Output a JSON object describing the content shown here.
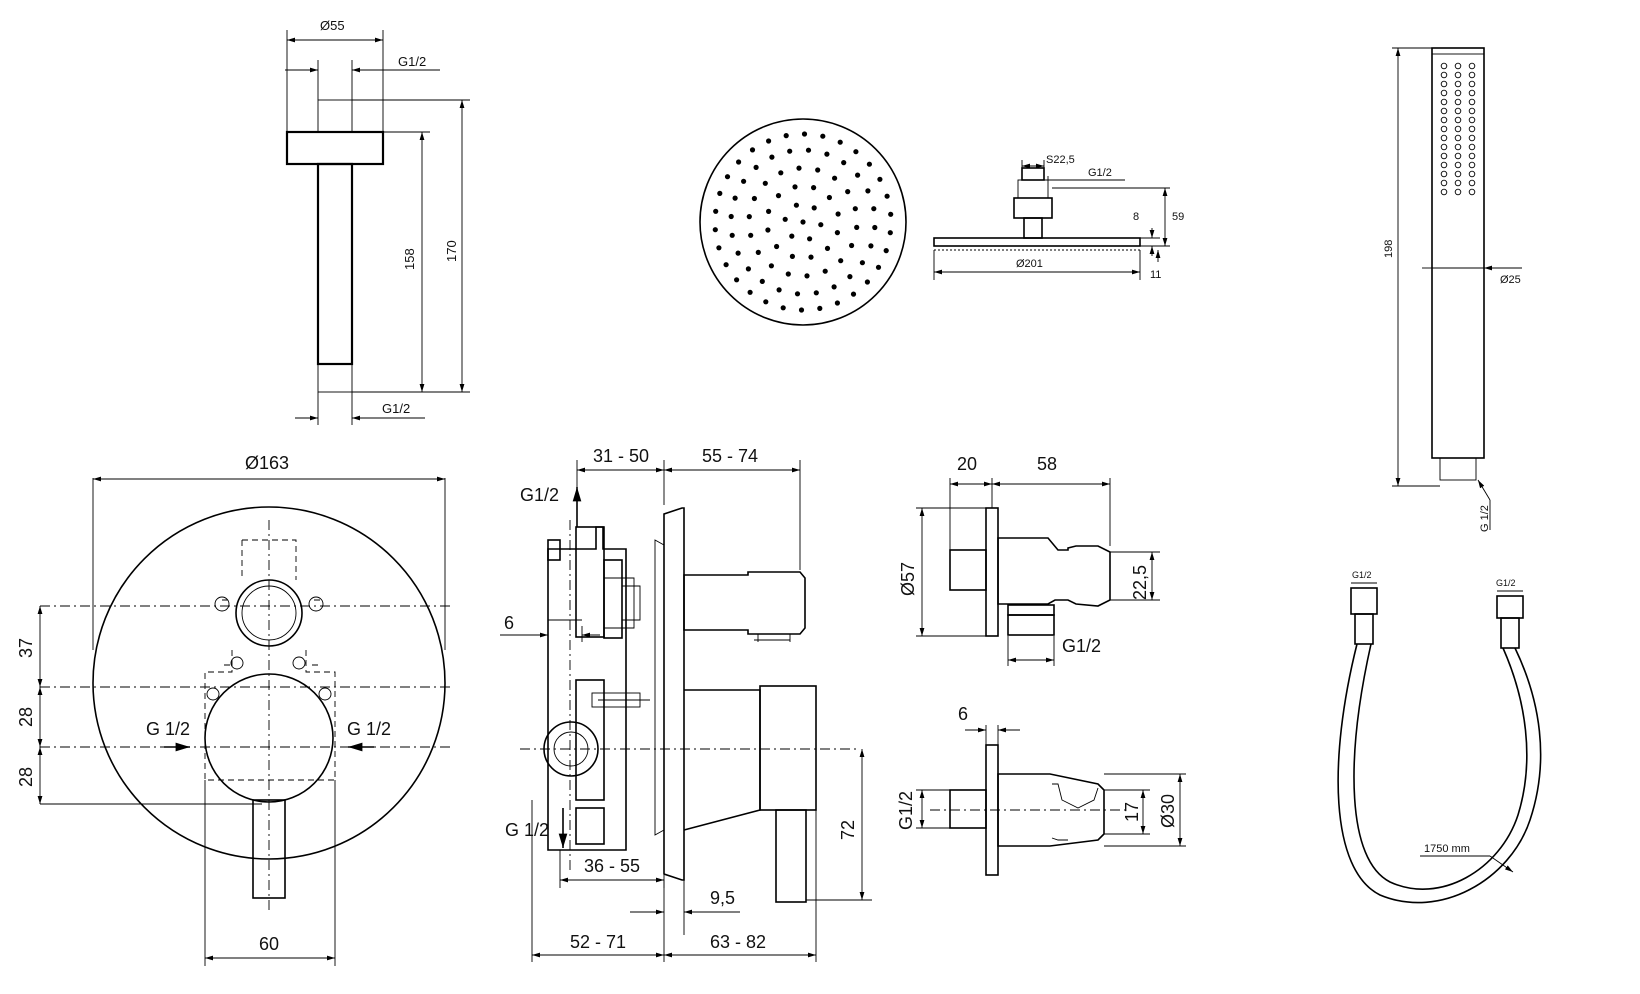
{
  "ceiling_arm": {
    "diameter": "Ø55",
    "thread_top": "G1/2",
    "thread_bottom": "G1/2",
    "length_inner": "158",
    "length_total": "170"
  },
  "overhead_shower": {
    "wrench": "S22,5",
    "thread": "G1/2",
    "thickness_a": "8",
    "height_total": "59",
    "diameter": "Ø201",
    "thickness_b": "11"
  },
  "hand_shower": {
    "length": "198",
    "diameter": "Ø25",
    "thread": "G 1/2"
  },
  "mixer_front": {
    "diameter": "Ø163",
    "offset_a": "37",
    "offset_b": "28",
    "offset_c": "28",
    "inlet_left": "G 1/2",
    "inlet_right": "G 1/2",
    "width_bottom": "60"
  },
  "mixer_side": {
    "range_top_a": "31 - 50",
    "range_top_b": "55 - 74",
    "outlet_top": "G1/2",
    "outlet_bottom": "G 1/2",
    "offset_6": "6",
    "range_36_55": "36 - 55",
    "dim_9_5": "9,5",
    "range_bottom_a": "52 - 71",
    "range_bottom_b": "63 - 82",
    "height_72": "72"
  },
  "wall_outlet_holder": {
    "depth_a": "20",
    "depth_b": "58",
    "diameter": "Ø57",
    "offset": "22,5",
    "thread": "G1/2"
  },
  "wall_holder": {
    "plate": "6",
    "thread": "G1/2",
    "size": "17",
    "diameter": "Ø30"
  },
  "hose": {
    "thread_left": "G1/2",
    "thread_right": "G1/2",
    "length": "1750 mm"
  }
}
